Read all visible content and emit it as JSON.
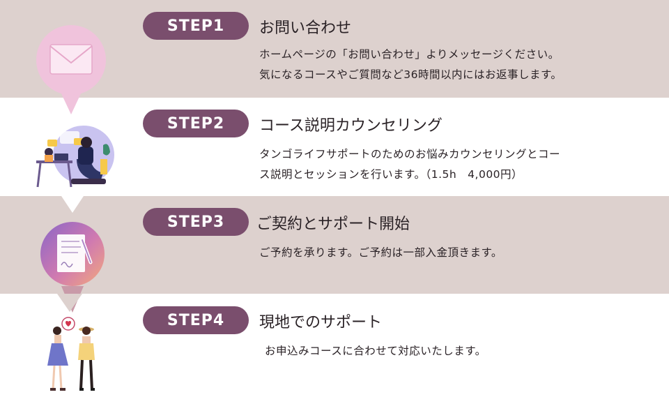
{
  "steps": [
    {
      "badge": "STEP1",
      "title": "お問い合わせ",
      "lines": [
        "ホームページの「お問い合わせ」よりメッセージください。",
        "気になるコースやご質問など36時間以内にはお返事します。"
      ],
      "icon": "envelope-icon"
    },
    {
      "badge": "STEP2",
      "title": "コース説明カウンセリング",
      "lines": [
        "タンゴライフサポートのためのお悩みカウンセリングとコー",
        "ス説明とセッションを行います。（1.5h　4,000円）"
      ],
      "icon": "counseling-illustration"
    },
    {
      "badge": "STEP3",
      "title": "ご契約とサポート開始",
      "lines": [
        "ご予約を承ります。ご予約は一部入金頂きます。"
      ],
      "icon": "contract-document-icon"
    },
    {
      "badge": "STEP4",
      "title": "現地でのサポート",
      "lines": [
        "お申込みコースに合わせて対応いたします。"
      ],
      "icon": "two-women-illustration"
    }
  ],
  "colors": {
    "badge_bg": "#7a4e6d",
    "band_tint": "#ddd1ce",
    "envelope_circle": "#f0c3dc"
  }
}
